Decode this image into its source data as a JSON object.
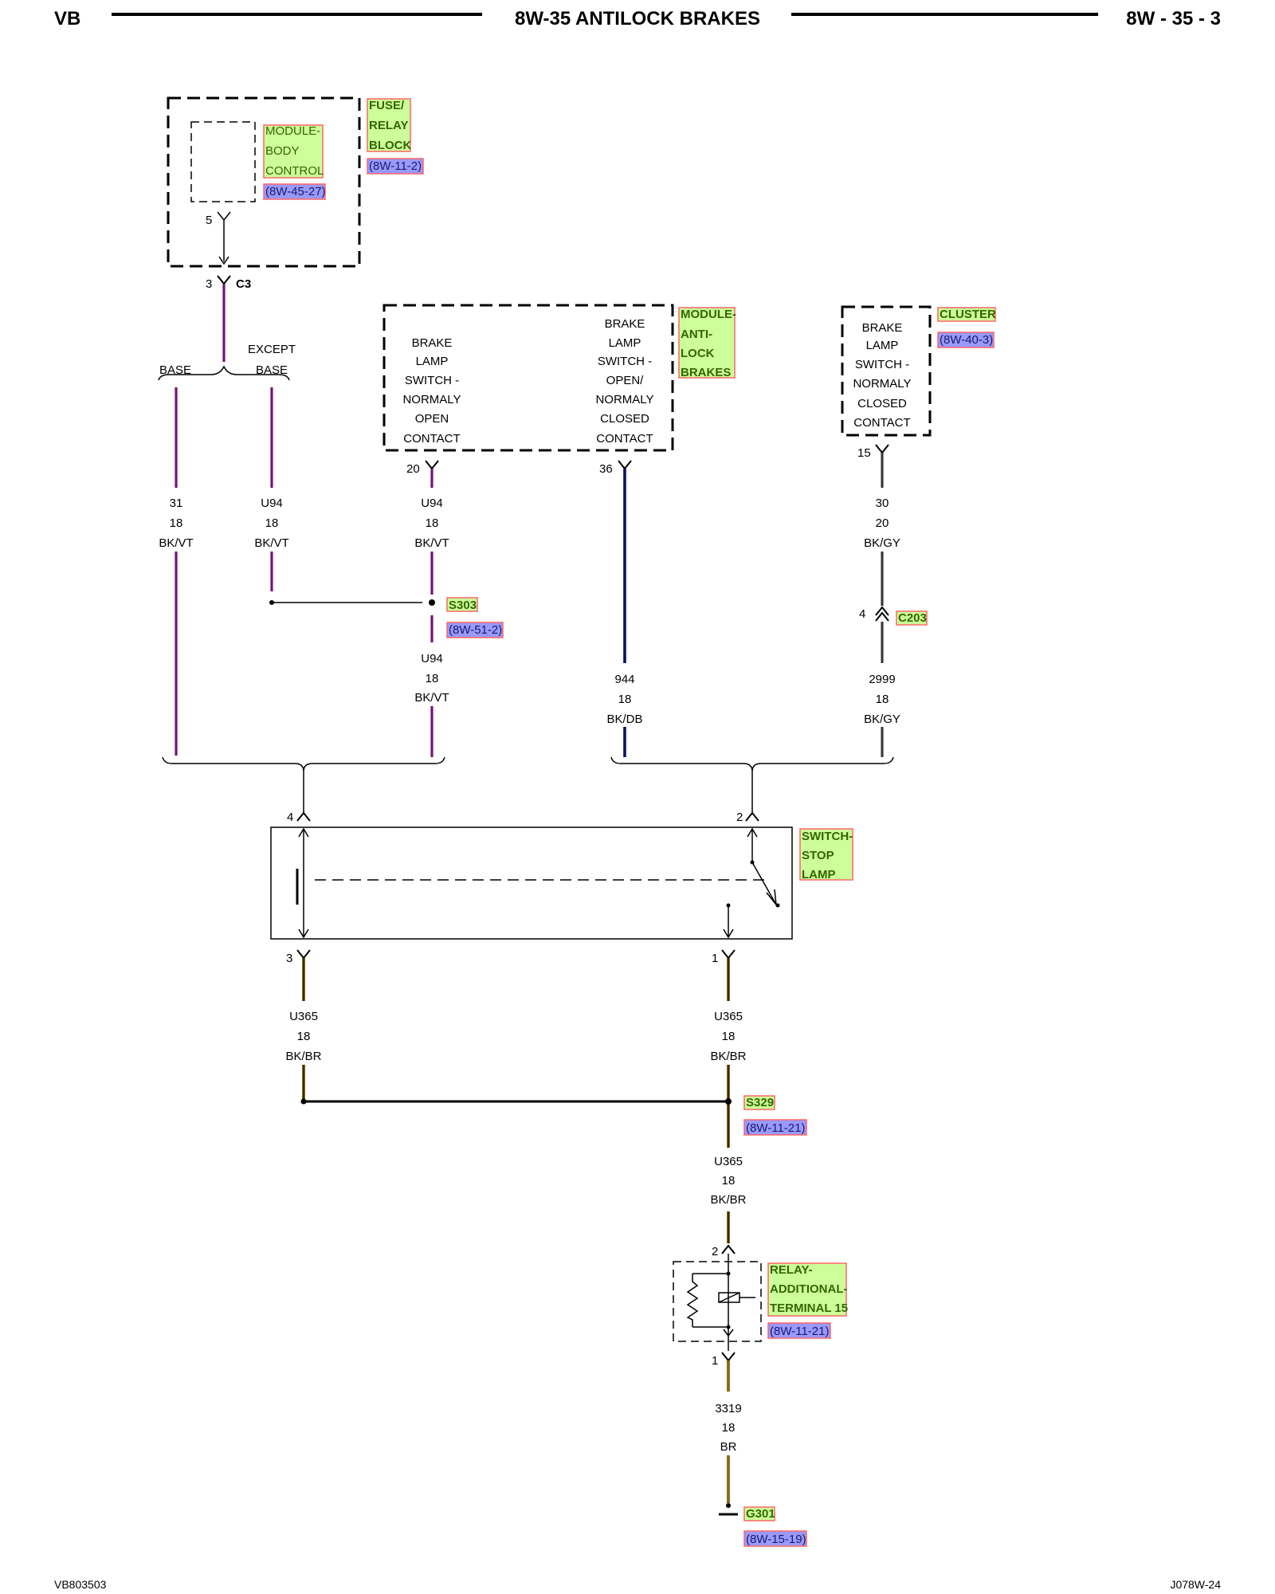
{
  "header": {
    "left": "VB",
    "title": "8W-35 ANTILOCK BRAKES",
    "right": "8W - 35 - 3"
  },
  "footer": {
    "left": "VB803503",
    "right": "J078W-24"
  },
  "components": {
    "fuse_block": {
      "lines": [
        "FUSE/",
        "RELAY",
        "BLOCK"
      ],
      "ref": "(8W-11-2)"
    },
    "body_module": {
      "lines": [
        "MODULE-",
        "BODY",
        "CONTROL"
      ],
      "ref": "(8W-45-27)"
    },
    "abs_module": {
      "lines": [
        "MODULE-",
        "ANTI-",
        "LOCK",
        "BRAKES"
      ]
    },
    "cluster": {
      "name": "CLUSTER",
      "ref": "(8W-40-3)"
    },
    "stop_switch": {
      "lines": [
        "SWITCH-",
        "STOP",
        "LAMP"
      ]
    },
    "relay": {
      "lines": [
        "RELAY-",
        "ADDITIONAL-",
        "TERMINAL 15"
      ],
      "ref": "(8W-11-21)"
    }
  },
  "contacts": {
    "abs_open": [
      "BRAKE",
      "LAMP",
      "SWITCH -",
      "NORMALY",
      "OPEN",
      "CONTACT"
    ],
    "abs_closed": [
      "BRAKE",
      "LAMP",
      "SWITCH -",
      "OPEN/",
      "NORMALY",
      "CLOSED",
      "CONTACT"
    ],
    "cluster_closed": [
      "BRAKE",
      "LAMP",
      "SWITCH -",
      "NORMALY",
      "CLOSED",
      "CONTACT"
    ]
  },
  "connectors": {
    "c3": {
      "name": "C3",
      "pin": "3"
    },
    "c203": {
      "name": "C203",
      "pin": "4"
    }
  },
  "pins": {
    "body_out": "5",
    "abs_open": "20",
    "abs_closed": "36",
    "cluster": "15",
    "switch_left_top": "4",
    "switch_right_top": "2",
    "switch_left_bottom": "3",
    "switch_right_bottom": "1",
    "relay_top": "2",
    "relay_bottom": "1"
  },
  "branch": {
    "base": "BASE",
    "except_base": [
      "EXCEPT",
      "BASE"
    ]
  },
  "splices": {
    "s303": {
      "name": "S303",
      "ref": "(8W-51-2)"
    },
    "s329": {
      "name": "S329",
      "ref": "(8W-11-21)"
    }
  },
  "ground": {
    "name": "G301",
    "ref": "(8W-15-19)"
  },
  "wires": {
    "w31": [
      "31",
      "18",
      "BK/VT"
    ],
    "u94_base": [
      "U94",
      "18",
      "BK/VT"
    ],
    "u94_abs": [
      "U94",
      "18",
      "BK/VT"
    ],
    "u94_splice": [
      "U94",
      "18",
      "BK/VT"
    ],
    "w944": [
      "944",
      "18",
      "BK/DB"
    ],
    "w30": [
      "30",
      "20",
      "BK/GY"
    ],
    "w2999": [
      "2999",
      "18",
      "BK/GY"
    ],
    "u365_left": [
      "U365",
      "18",
      "BK/BR"
    ],
    "u365_right": [
      "U365",
      "18",
      "BK/BR"
    ],
    "u365_relay": [
      "U365",
      "18",
      "BK/BR"
    ],
    "w3319": [
      "3319",
      "18",
      "BR"
    ]
  },
  "wire_colors": {
    "bk_vt": "#d35fd3",
    "bk_db": "#2b3aa8",
    "bk_gy": "#8c8c8c",
    "bk_br": "#8b6b1e",
    "br": "#8b6b1e",
    "black": "#000000"
  }
}
